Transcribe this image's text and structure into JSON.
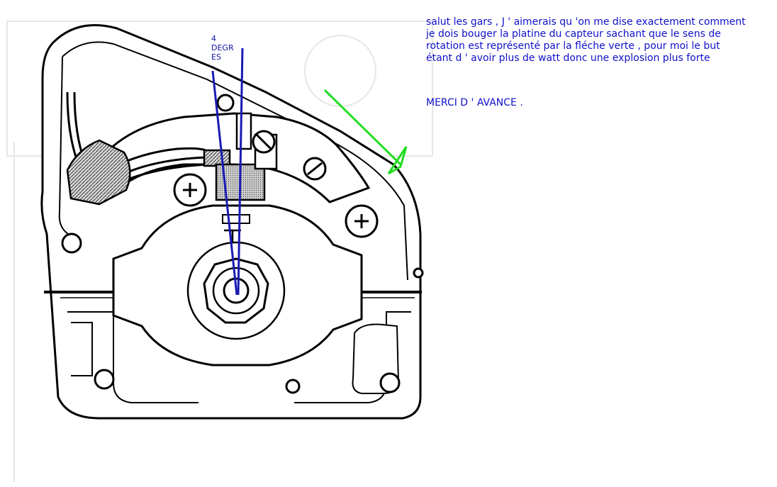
{
  "annotations": {
    "message": "salut les gars , J ' aimerais qu 'on me dise exactement comment\nje dois bouger la platine du capteur sachant que le sens de\nrotation est représenté par la fléche verte ,  pour moi le but\nétant d ' avoir plus de watt donc une explosion plus forte",
    "thanks": "MERCI D ' AVANCE .",
    "angle_label": "4\nDEGR\nES"
  },
  "colors": {
    "text": "#1010c8",
    "angle_lines": "#1a1ab4",
    "rotation_arrow": "#22dd22",
    "drawing": "#000000",
    "hatch_fill": "#bdbdbd"
  },
  "icons": {
    "rotation_arrow": "green-rotation-arrow-icon",
    "screws": "phillips-screw-icon"
  }
}
